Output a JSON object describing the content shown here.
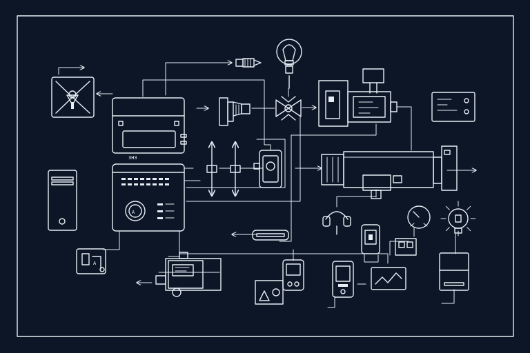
{
  "colors": {
    "background": "#0c1626",
    "line": "#e6edf5"
  },
  "labels": {
    "server_display": "A",
    "console_badge": "A",
    "module_code": "3H3"
  },
  "icons": [
    "valve-diamond-icon",
    "lightbulb-icon",
    "spark-plug-icon",
    "gear-valve-icon",
    "computer-tower-icon",
    "server-rack-icon",
    "camera-icon",
    "terminal-panel-icon",
    "motor-cylinder-icon",
    "headset-icon",
    "smartphone-icon",
    "gauge-icon",
    "bulb-glow-icon",
    "monitor-chart-icon",
    "cabinet-icon",
    "walkie-talkie-icon",
    "remote-control-icon",
    "warning-box-icon",
    "connector-bar-icon"
  ]
}
